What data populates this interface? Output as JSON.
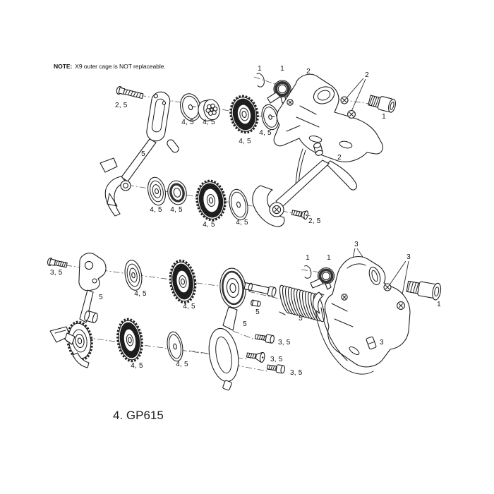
{
  "note": {
    "prefix": "NOTE:",
    "text": "X9 outer cage is NOT replaceable."
  },
  "caption": "4. GP615",
  "colors": {
    "background": "#ffffff",
    "line": "#1f1f1f",
    "dark_fill": "#1e1e1e"
  },
  "labels": [
    {
      "text": "2, 5"
    },
    {
      "text": "4, 5"
    },
    {
      "text": "4, 5"
    },
    {
      "text": "4, 5"
    },
    {
      "text": "4, 5"
    },
    {
      "text": "1"
    },
    {
      "text": "1"
    },
    {
      "text": "2"
    },
    {
      "text": "2"
    },
    {
      "text": "1"
    },
    {
      "text": "2"
    },
    {
      "text": "5"
    },
    {
      "text": "4, 5"
    },
    {
      "text": "4, 5"
    },
    {
      "text": "4, 5"
    },
    {
      "text": "4, 5"
    },
    {
      "text": "2, 5"
    },
    {
      "text": "3, 5"
    },
    {
      "text": "5"
    },
    {
      "text": "4, 5"
    },
    {
      "text": "4, 5"
    },
    {
      "text": "5"
    },
    {
      "text": "5"
    },
    {
      "text": "5"
    },
    {
      "text": "1"
    },
    {
      "text": "1"
    },
    {
      "text": "3"
    },
    {
      "text": "3"
    },
    {
      "text": "1"
    },
    {
      "text": "3"
    },
    {
      "text": "3, 5"
    },
    {
      "text": "3, 5"
    },
    {
      "text": "3, 5"
    },
    {
      "text": "4, 5"
    },
    {
      "text": "4, 5"
    }
  ]
}
